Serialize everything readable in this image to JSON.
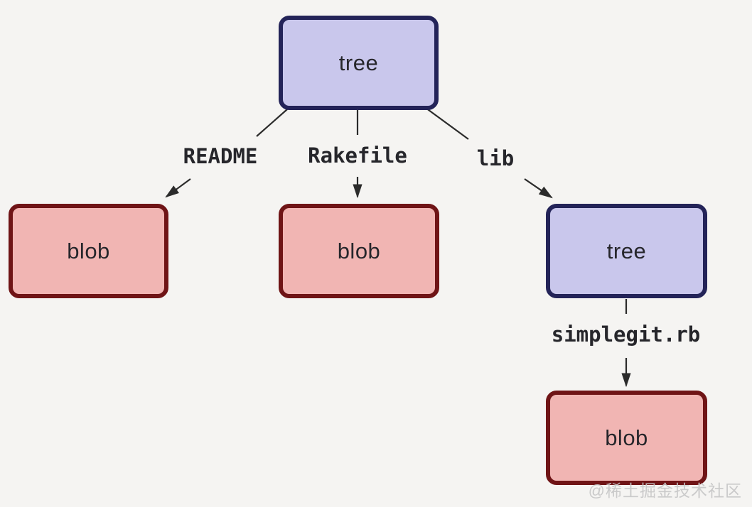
{
  "nodes": [
    {
      "id": "tree-root",
      "label": "tree",
      "type": "tree"
    },
    {
      "id": "blob-readme",
      "label": "blob",
      "type": "blob"
    },
    {
      "id": "blob-rakefile",
      "label": "blob",
      "type": "blob"
    },
    {
      "id": "tree-lib",
      "label": "tree",
      "type": "tree"
    },
    {
      "id": "blob-simplegit",
      "label": "blob",
      "type": "blob"
    }
  ],
  "edges": [
    {
      "from": "tree-root",
      "to": "blob-readme",
      "label": "README"
    },
    {
      "from": "tree-root",
      "to": "blob-rakefile",
      "label": "Rakefile"
    },
    {
      "from": "tree-root",
      "to": "tree-lib",
      "label": "lib"
    },
    {
      "from": "tree-lib",
      "to": "blob-simplegit",
      "label": "simplegit.rb"
    }
  ],
  "colors": {
    "background": "#f5f4f2",
    "tree_fill": "#c9c7ec",
    "tree_border": "#232358",
    "blob_fill": "#f1b5b3",
    "blob_border": "#6f1416",
    "line": "#2b2b2b",
    "text": "#26262b"
  },
  "watermark": {
    "text": "@稀土掘金技术社区"
  }
}
